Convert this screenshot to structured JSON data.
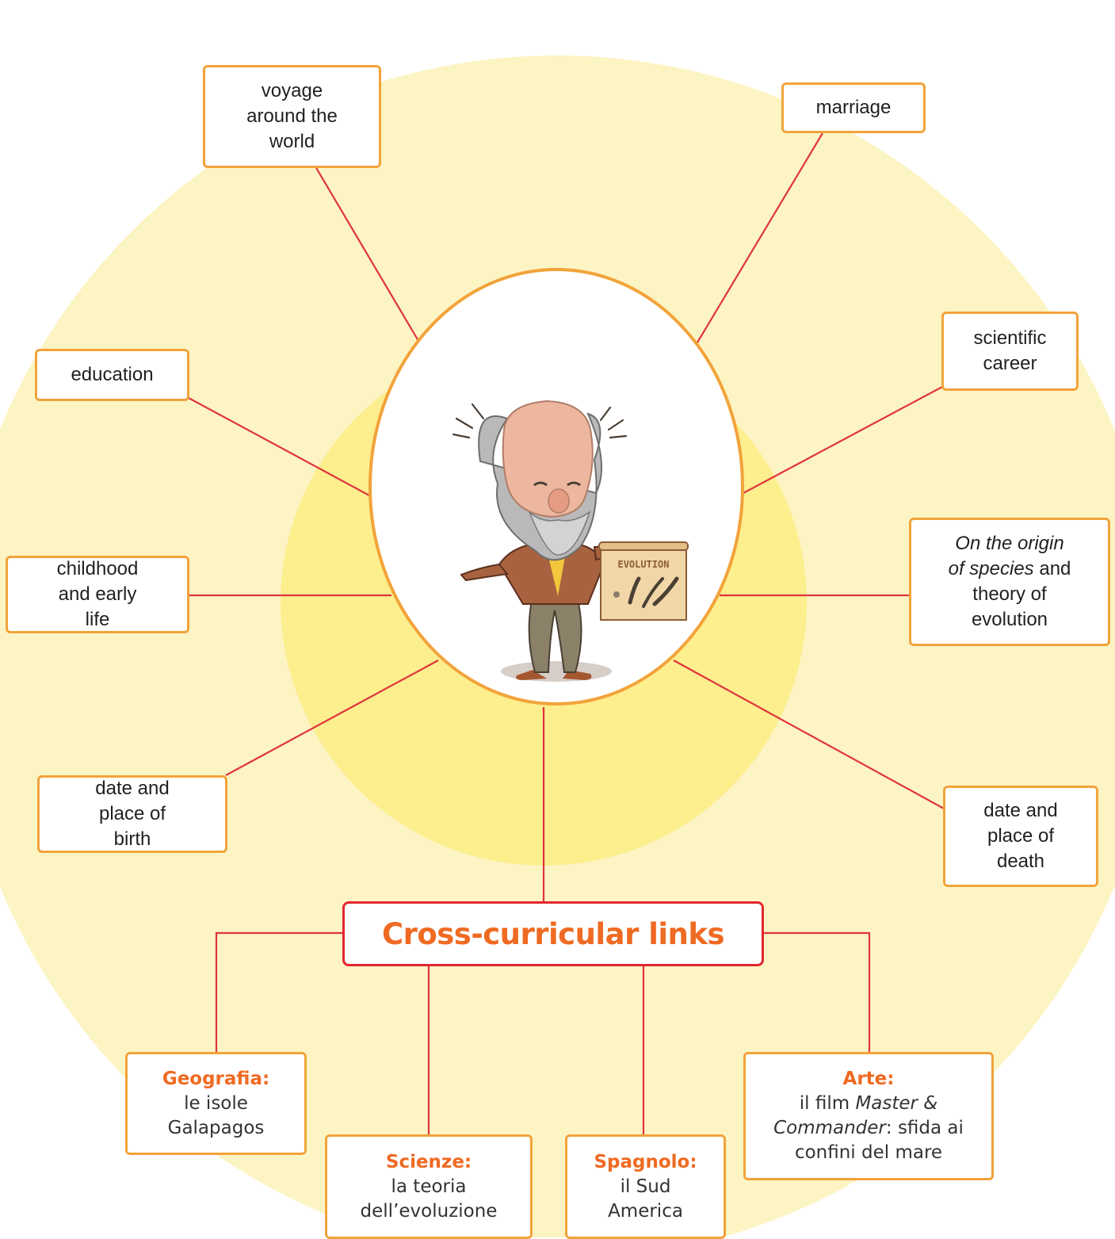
{
  "colors": {
    "outer_circle": "#fdf4c4",
    "inner_circle": "#fdee8e",
    "connector_line": "#e0343d",
    "box_border": "#f2a33a",
    "title_border": "#e3262f",
    "subject_text": "#ef6a22"
  },
  "center_illustration": {
    "icon": "darwin-cartoon-illustration",
    "scroll_label": "EVOLUTION"
  },
  "topics": {
    "voyage": [
      "voyage",
      "around the",
      "world"
    ],
    "marriage": [
      "marriage"
    ],
    "education": [
      "education"
    ],
    "scientific_career": [
      "scientific",
      "career"
    ],
    "childhood": [
      "childhood",
      "and early",
      "life"
    ],
    "origin_species": {
      "italic_1": "On the origin",
      "italic_2": "of species",
      "rest_2": " and",
      "line_3": "theory of",
      "line_4": "evolution"
    },
    "birth": [
      "date and",
      "place of",
      "birth"
    ],
    "death": [
      "date and",
      "place of",
      "death"
    ]
  },
  "cross_curricular": {
    "title": "Cross-curricular links",
    "geografia": {
      "subject": "Geografia:",
      "lines": [
        "le isole",
        "Galapagos"
      ]
    },
    "scienze": {
      "subject": "Scienze:",
      "lines": [
        "la teoria",
        "dell’evoluzione"
      ]
    },
    "spagnolo": {
      "subject": "Spagnolo:",
      "lines": [
        "il Sud",
        "America"
      ]
    },
    "arte": {
      "subject": "Arte:",
      "line1_pre": "il film ",
      "line1_italic": "Master &",
      "line2_italic": "Commander",
      "line2_rest": ": sfida ai",
      "line3": "confini del mare"
    }
  }
}
